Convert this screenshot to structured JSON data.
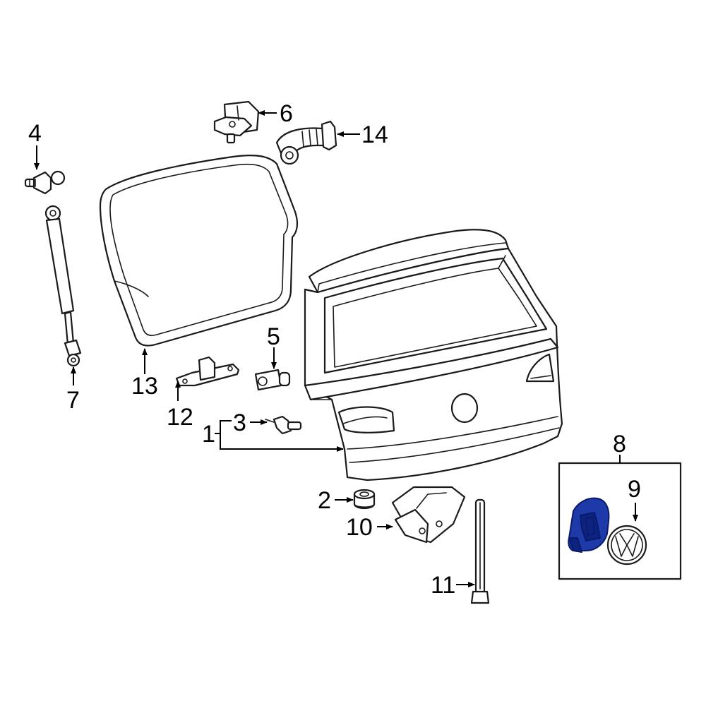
{
  "callouts": {
    "c1": "1",
    "c2": "2",
    "c3": "3",
    "c4": "4",
    "c5": "5",
    "c6": "6",
    "c7": "7",
    "c8": "8",
    "c9": "9",
    "c10": "10",
    "c11": "11",
    "c12": "12",
    "c13": "13",
    "c14": "14"
  },
  "colors": {
    "highlight_part": "#1e3aa8",
    "highlight_part_dark": "#0d2380",
    "line": "#1a1a1a",
    "background": "#ffffff"
  },
  "highlighted_callout": "8"
}
